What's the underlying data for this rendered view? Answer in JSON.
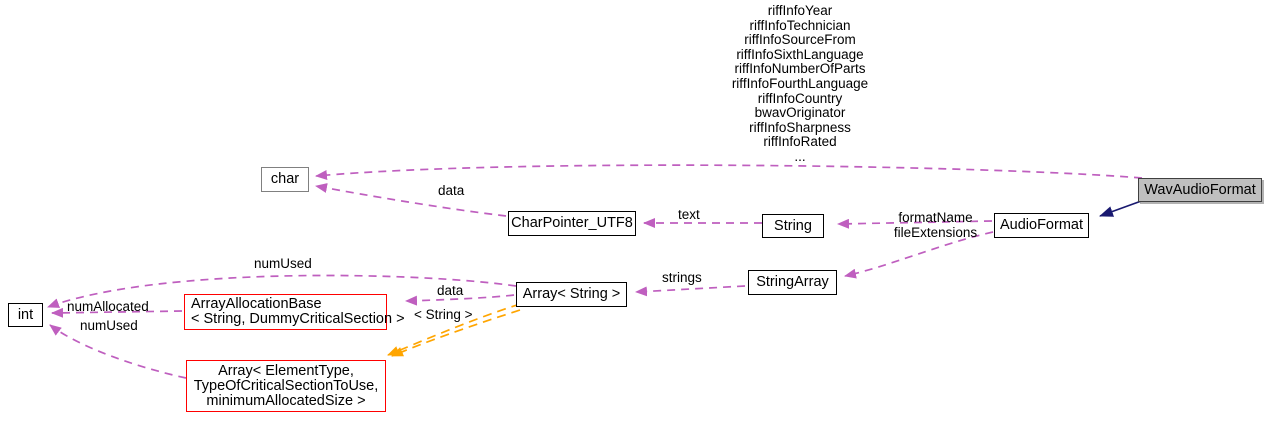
{
  "diagram": {
    "title": "WavAudioFormat collaboration diagram",
    "type": "uml-collaboration-graph",
    "colors": {
      "usage_edge": "#bf5fbf",
      "inheritance_edge": "#191970",
      "template_edge": "#ffa500",
      "highlight_fill": "#bfbfbf",
      "class_border": "#000000",
      "template_class_border": "#ff0000",
      "builtin_border": "#808080"
    }
  },
  "nodes": {
    "wav_audio_format": {
      "label": "WavAudioFormat"
    },
    "audio_format": {
      "label": "AudioFormat"
    },
    "string": {
      "label": "String"
    },
    "char_pointer_utf8": {
      "label": "CharPointer_UTF8"
    },
    "char": {
      "label": "char"
    },
    "string_array": {
      "label": "StringArray"
    },
    "array_string": {
      "label": "Array< String >"
    },
    "array_allocation_base": {
      "label": "ArrayAllocationBase\n< String, DummyCriticalSection >"
    },
    "array_element_type": {
      "label": "Array< ElementType,\nTypeOfCriticalSectionToUse,\nminimumAllocatedSize >"
    },
    "int": {
      "label": "int"
    }
  },
  "edge_labels": {
    "riff_attributes": "riffInfoYear\nriffInfoTechnician\nriffInfoSourceFrom\nriffInfoSixthLanguage\nriffInfoNumberOfParts\nriffInfoFourthLanguage\nriffInfoCountry\nbwavOriginator\nriffInfoSharpness\nriffInfoRated\n...",
    "format_name_file_extensions": "formatName\nfileExtensions",
    "text": "text",
    "data_char": "data",
    "strings": "strings",
    "data_array": "data",
    "string_template": "< String >",
    "num_used_top": "numUsed",
    "num_allocated": "numAllocated",
    "num_used_bottom": "numUsed"
  }
}
